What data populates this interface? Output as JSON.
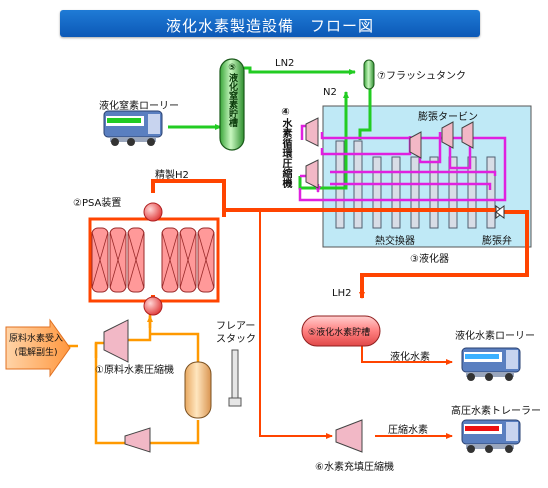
{
  "title": "液化水素製造設備　フロー図",
  "labels": {
    "ln2_supply_truck": "液化窒素ローリー",
    "ln2_storage": "⑤液化窒素貯槽",
    "ln2_line": "LN2",
    "n2_line": "N2",
    "flash_tank": "⑦フラッシュタンク",
    "h2_circulation_compressor": "④水素循環圧縮機",
    "expansion_turbine": "膨張タービン",
    "purified_h2": "精製H2",
    "psa_unit": "②PSA装置",
    "heat_exchanger": "熱交換器",
    "expansion_valve": "膨張弁",
    "liquefier": "③液化器",
    "lh2_line": "LH2",
    "lh2_storage": "⑤液化水素貯槽",
    "lh2_truck": "液化水素ローリー",
    "liquid_hydrogen": "液化水素",
    "feed_inlet_line1": "原料水素受入",
    "feed_inlet_line2": "(電解副生)",
    "feed_compressor": "①原料水素圧縮機",
    "flare_stack_line1": "フレアー",
    "flare_stack_line2": "スタック",
    "compressed_h2": "圧縮水素",
    "h2_filling_compressor": "⑥水素充填圧縮機",
    "h2_trailer": "高圧水素トレーラー"
  },
  "colors": {
    "title_bg": "#1060c0",
    "ln2_stream": "#22cc22",
    "hydrogen_stream": "#ff4400",
    "feed_stream": "#ff9900",
    "cold_loop": "#e020e0",
    "liquefier_box": "#bfe9f6",
    "psa_vessel": "#ff9999"
  }
}
